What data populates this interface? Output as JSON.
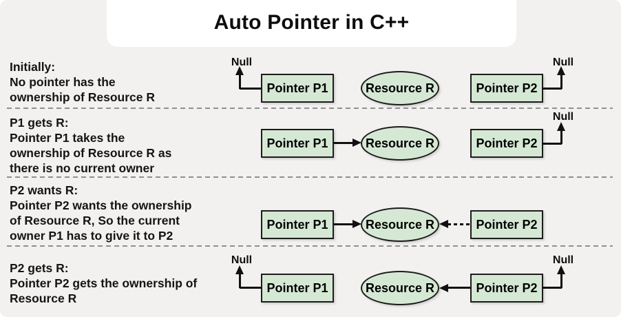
{
  "title": "Auto Pointer in C++",
  "colors": {
    "background": "#f2f1f0",
    "title_card": "#ffffff",
    "node_fill": "#d5e8d4",
    "node_border": "#1c1c1c",
    "arrow": "#111111",
    "separator": "#8f8f8f",
    "text": "#141414"
  },
  "rows": [
    {
      "lines": [
        "Initially:",
        "No pointer has the",
        "ownership of Resource R"
      ],
      "p1": "Pointer P1",
      "resource": "Resource R",
      "p2": "Pointer P2",
      "null_left": "Null",
      "null_right": "Null",
      "state": {
        "p1_points_to": "null",
        "p2_points_to": "null"
      }
    },
    {
      "lines": [
        "P1 gets R:",
        "Pointer P1 takes the",
        "ownership of Resource R as",
        "there is no current owner"
      ],
      "p1": "Pointer P1",
      "resource": "Resource R",
      "p2": "Pointer P2",
      "null_right": "Null",
      "state": {
        "p1_points_to": "resource (solid arrow)",
        "p2_points_to": "null"
      }
    },
    {
      "lines": [
        "P2 wants R:",
        "Pointer P2 wants the ownership",
        "of Resource R, So the current",
        "owner P1 has to give it to P2"
      ],
      "p1": "Pointer P1",
      "resource": "Resource R",
      "p2": "Pointer P2",
      "state": {
        "p1_points_to": "resource (solid arrow)",
        "p2_points_to": "resource (dashed request arrow)"
      }
    },
    {
      "lines": [
        "P2 gets R:",
        "Pointer P2 gets the ownership of",
        "Resource R"
      ],
      "p1": "Pointer P1",
      "resource": "Resource R",
      "p2": "Pointer P2",
      "null_left": "Null",
      "null_right": "Null",
      "state": {
        "p1_points_to": "null",
        "p2_points_to": "resource (solid arrow)"
      }
    }
  ]
}
